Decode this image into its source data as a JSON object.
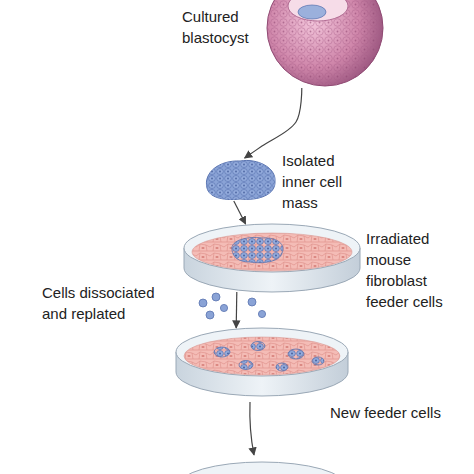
{
  "diagram": {
    "nodes": [
      {
        "text": [
          "Cultured blastocyst"
        ]
      },
      {
        "text": [
          "Isolated inner cell mass"
        ]
      },
      {
        "text": [
          "Irradiated mouse fibroblast feeder cells"
        ]
      },
      {
        "text": [
          "New feeder cells"
        ]
      }
    ],
    "edges": [
      {
        "from": 0,
        "to": 1,
        "arrow": "to"
      },
      {
        "from": 1,
        "to": 2,
        "arrow": "to"
      },
      {
        "from": 2,
        "to": 3,
        "arrow": "to",
        "label": "Cells dissociated and replated"
      }
    ]
  }
}
